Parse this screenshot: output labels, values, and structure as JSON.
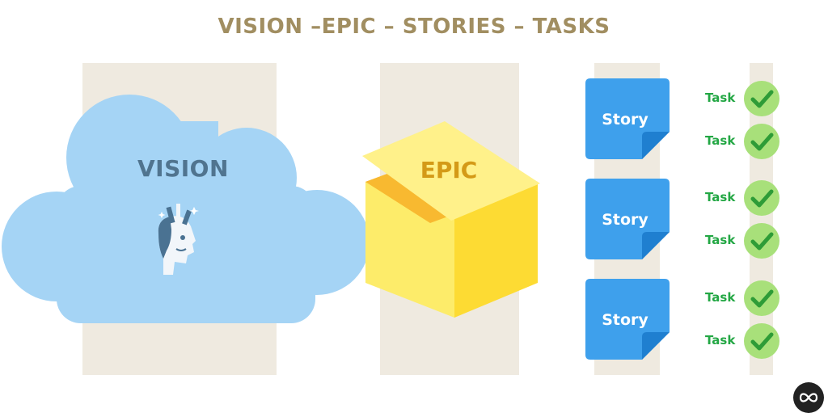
{
  "title": "VISION –EPIC – STORIES – TASKS",
  "vision": {
    "label": "VISION",
    "icon": "creative-head-icon",
    "color": "#a5d4f5"
  },
  "epic": {
    "label": "EPIC",
    "icon": "open-box-icon",
    "color": "#fde05a"
  },
  "stories": [
    {
      "label": "Story"
    },
    {
      "label": "Story"
    },
    {
      "label": "Story"
    }
  ],
  "tasks": [
    {
      "label": "Task"
    },
    {
      "label": "Task"
    },
    {
      "label": "Task"
    },
    {
      "label": "Task"
    },
    {
      "label": "Task"
    },
    {
      "label": "Task"
    }
  ],
  "colors": {
    "title": "#a18e61",
    "column_background": "#efeae0",
    "story": "#3ea0ec",
    "task_text": "#23a744",
    "check_circle": "#a8e07a",
    "check_mark": "#2e9c37"
  },
  "logo": {
    "icon": "infinity-logo-icon"
  }
}
